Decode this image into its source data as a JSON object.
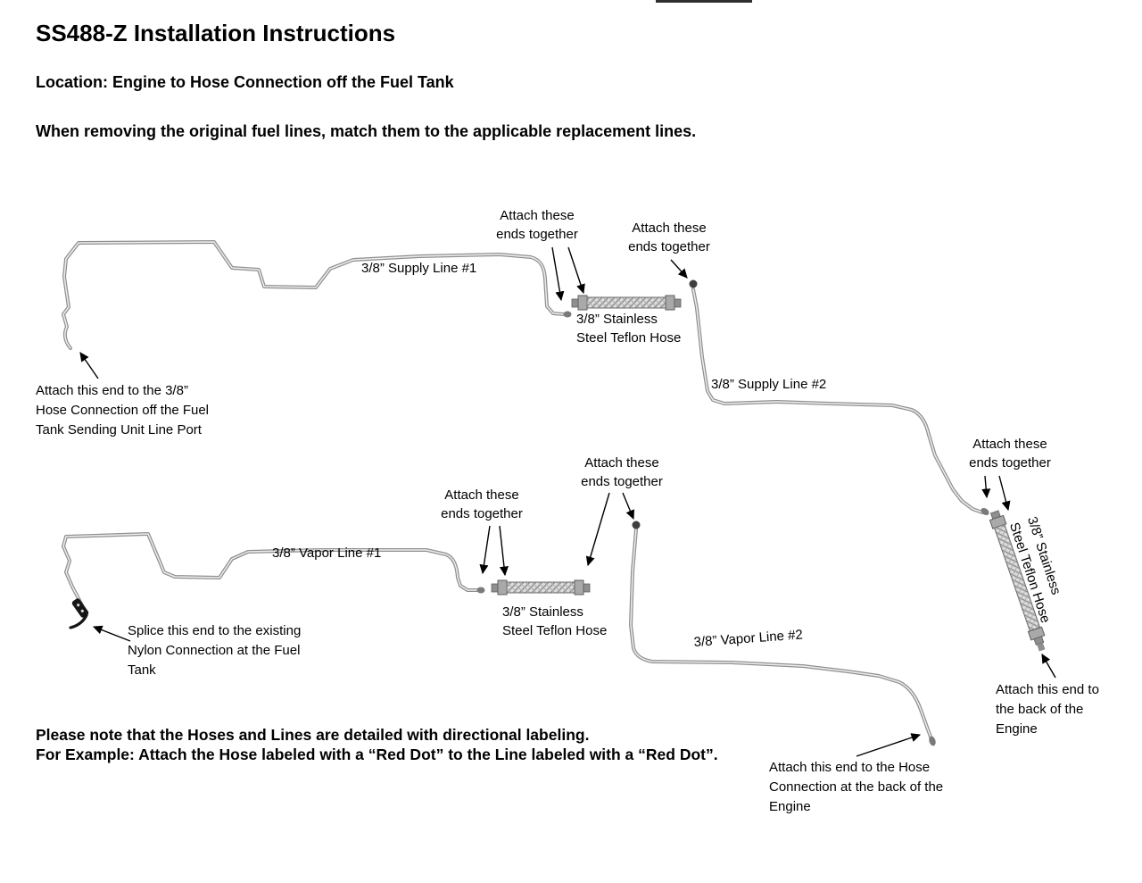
{
  "header": {
    "title": "SS488-Z Installation Instructions",
    "location": "Location: Engine to Hose Connection off the Fuel Tank",
    "removal_note": "When removing the original fuel lines, match them to the applicable replacement lines."
  },
  "diagram": {
    "line_labels": {
      "supply1": "3/8” Supply Line #1",
      "supply2": "3/8” Supply Line #2",
      "vapor1": "3/8” Vapor Line #1",
      "vapor2": "3/8” Vapor Line #2"
    },
    "hose_label": [
      "3/8” Stainless",
      "Steel Teflon Hose"
    ],
    "attach_ends": [
      "Attach these",
      "ends together"
    ],
    "annotations": {
      "tank_port": [
        "Attach this end to the 3/8”",
        "Hose Connection off the Fuel",
        "Tank Sending Unit Line Port"
      ],
      "splice": [
        "Splice this end to the existing",
        "Nylon Connection at the Fuel",
        "Tank"
      ],
      "engine_back": [
        "Attach this end to",
        "the back of the",
        "Engine"
      ],
      "engine_hose": [
        "Attach this end to the Hose",
        "Connection at the back of the",
        "Engine"
      ]
    }
  },
  "footer": {
    "note1": "Please note that the Hoses and Lines are detailed with directional labeling.",
    "note2": "For Example: Attach the Hose labeled with a “Red Dot” to the Line labeled with a “Red Dot”."
  },
  "colors": {
    "background": "#ffffff",
    "text": "#000000",
    "tube": "#909090",
    "hose_fill": "#dcdcdc",
    "arrow": "#000000"
  }
}
